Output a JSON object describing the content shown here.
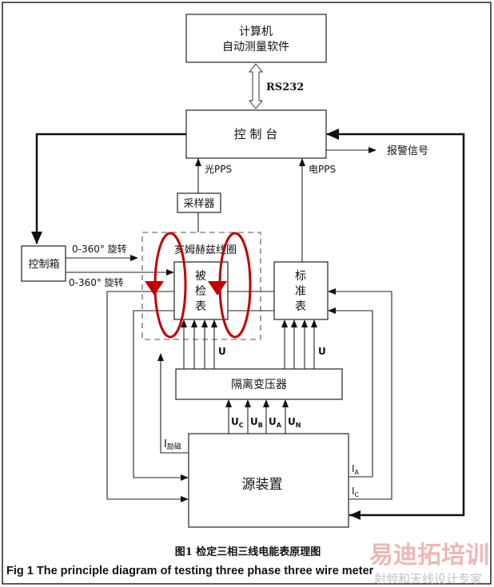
{
  "nodes": {
    "computer_line1": "计算机",
    "computer_line2": "自动测量软件",
    "rs232": "RS232",
    "console": "控 制 台",
    "alarm": "报警信号",
    "optical_pps": "光PPS",
    "electric_pps": "电PPS",
    "sampler": "采样器",
    "helmholtz": "亥姆赫兹线圈",
    "control_box": "控制箱",
    "rotate_1": "0-360° 旋转",
    "rotate_2": "0-360° 旋转",
    "meter_under_test": [
      "被",
      "检",
      "表"
    ],
    "standard_meter": [
      "标",
      "准",
      "表"
    ],
    "u_left": "U",
    "u_right": "U",
    "isolation_transformer": "隔离变压器",
    "uc": "U",
    "uc_sub": "C",
    "ub": "U",
    "ub_sub": "B",
    "ua": "U",
    "ua_sub": "A",
    "un": "U",
    "un_sub": "N",
    "i_excite": "I",
    "i_excite_sub": "励磁",
    "source": "源装置",
    "ia": "I",
    "ia_sub": "A",
    "ic": "I",
    "ic_sub": "C"
  },
  "caption": {
    "chinese": "图1 检定三相三线电能表原理图",
    "english": "Fig 1 The principle diagram of testing three phase three wire meter"
  },
  "watermark": {
    "main": "易迪拓培训",
    "sub": "射频和天线设计专家"
  },
  "colors": {
    "coil": "#c00000",
    "line": "#222222"
  }
}
